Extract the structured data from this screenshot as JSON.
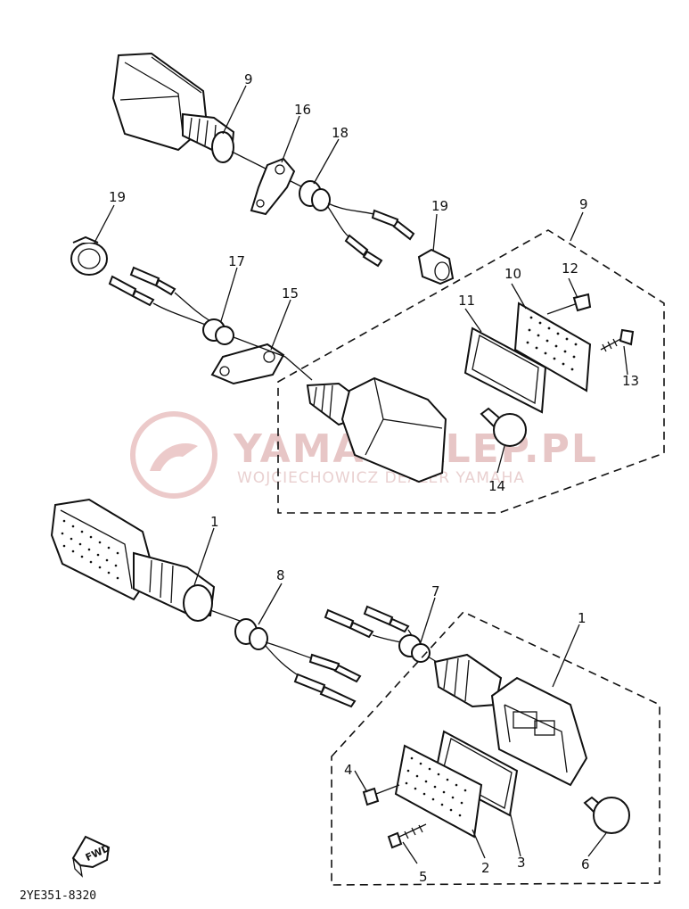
{
  "diagram_code": "2YE351-8320",
  "watermark": {
    "title": "YAMA-SKLEP.PL",
    "subtitle": "WOJCIECHOWICZ DEALER YAMAHA"
  },
  "fwd_label": "FWD",
  "colors": {
    "ink": "#111111",
    "watermark": "#e7c6c6"
  },
  "labels": {
    "p1a": "1",
    "p1b": "1",
    "p2": "2",
    "p3": "3",
    "p4": "4",
    "p5": "5",
    "p6": "6",
    "p7": "7",
    "p8": "8",
    "p9a": "9",
    "p9b": "9",
    "p10": "10",
    "p11": "11",
    "p12": "12",
    "p13": "13",
    "p14": "14",
    "p15": "15",
    "p16": "16",
    "p17": "17",
    "p18": "18",
    "p19a": "19",
    "p19b": "19"
  }
}
